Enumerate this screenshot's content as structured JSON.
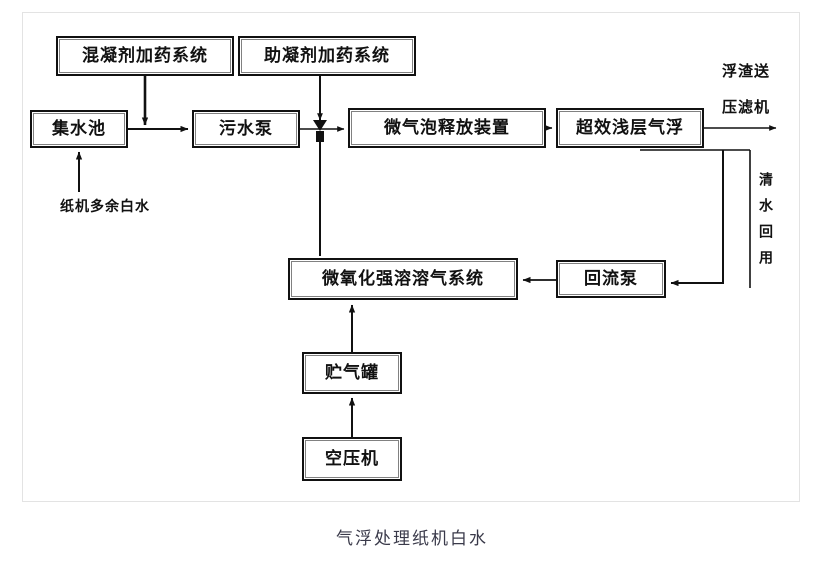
{
  "caption": "气浮处理纸机白水",
  "diagram": {
    "type": "process-flow",
    "title": "气浮处理纸机白水",
    "nodes": [
      {
        "id": "coagulant",
        "label": "混凝剂加药系统"
      },
      {
        "id": "flocculant",
        "label": "助凝剂加药系统"
      },
      {
        "id": "sump",
        "label": "集水池"
      },
      {
        "id": "sewage_pump",
        "label": "污水泵"
      },
      {
        "id": "microbubble",
        "label": "微气泡释放装置"
      },
      {
        "id": "daf",
        "label": "超效浅层气浮"
      },
      {
        "id": "dissolve",
        "label": "微氧化强溶溶气系统"
      },
      {
        "id": "return_pump",
        "label": "回流泵"
      },
      {
        "id": "gas_tank",
        "label": "贮气罐"
      },
      {
        "id": "compressor",
        "label": "空压机"
      }
    ],
    "labels": {
      "white_water_inlet": "纸机多余白水",
      "scum_line1": "浮渣送",
      "scum_line2": "压滤机",
      "clear_water_reuse": "清水回用"
    },
    "edges": [
      {
        "from": "white_water_inlet",
        "to": "sump"
      },
      {
        "from": "sump",
        "to": "sewage_pump"
      },
      {
        "from": "coagulant",
        "to": "sump_to_pump_line"
      },
      {
        "from": "sewage_pump",
        "to": "microbubble"
      },
      {
        "from": "flocculant",
        "to": "pump_to_microbubble_line"
      },
      {
        "from": "microbubble",
        "to": "daf"
      },
      {
        "from": "daf",
        "to": "scum_outlet"
      },
      {
        "from": "daf",
        "to": "clear_water_reuse"
      },
      {
        "from": "daf",
        "to": "return_pump"
      },
      {
        "from": "return_pump",
        "to": "dissolve"
      },
      {
        "from": "dissolve",
        "to": "pump_to_microbubble_line"
      },
      {
        "from": "compressor",
        "to": "gas_tank"
      },
      {
        "from": "gas_tank",
        "to": "dissolve"
      }
    ],
    "colors": {
      "line": "#111111",
      "box_border": "#111111",
      "background": "#ffffff",
      "caption_text": "#3a3a4a",
      "frame": "#e3e3e3"
    }
  }
}
